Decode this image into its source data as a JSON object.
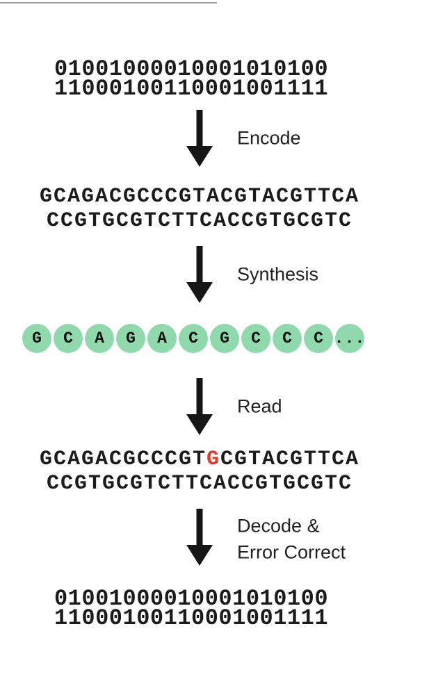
{
  "colors": {
    "circle_green": "#8fd9ad",
    "error_red": "#e0392e",
    "arrow_black": "#161616",
    "text_black": "#1b1b1b"
  },
  "binary_top": {
    "line1": "01001000010001010100",
    "line2": "11000100110001001111"
  },
  "arrow_encode": {
    "label": "Encode"
  },
  "dna_encoded": {
    "line1": "GCAGACGCCCGTACGTACGTTCA",
    "line2": "CCGTGCGTCTTCACCGTGCGTC"
  },
  "arrow_synthesis": {
    "label": "Synthesis"
  },
  "dna_circles": {
    "letters": [
      "G",
      "C",
      "A",
      "G",
      "A",
      "C",
      "G",
      "C",
      "C",
      "C"
    ],
    "ellipsis": "..."
  },
  "arrow_read": {
    "label": "Read"
  },
  "dna_read": {
    "prefix": "GCAGACGCCCGT",
    "error_base": "G",
    "suffix": "CGTACGTTCA",
    "line2": "CCGTGCGTCTTCACCGTGCGTC"
  },
  "arrow_decode": {
    "label_line1": "Decode &",
    "label_line2": "Error Correct"
  },
  "binary_bottom": {
    "line1": "01001000010001010100",
    "line2": "11000100110001001111"
  }
}
